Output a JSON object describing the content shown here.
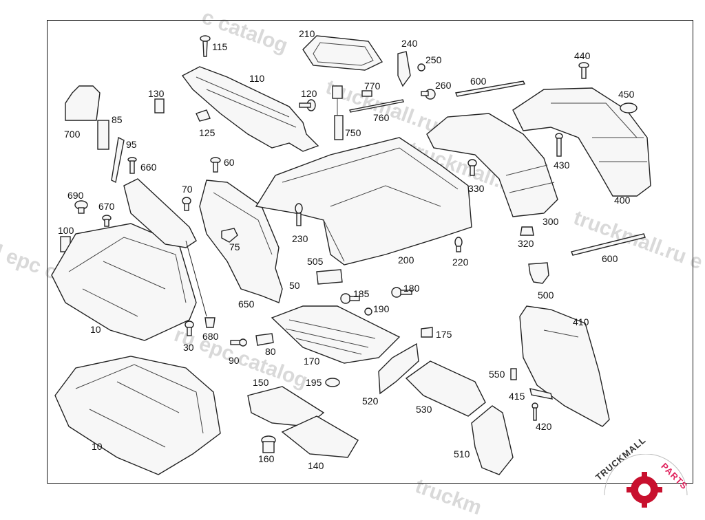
{
  "labels": {
    "p10a": "10",
    "p10b": "10",
    "p30": "30",
    "p50": "50",
    "p60": "60",
    "p70": "70",
    "p75": "75",
    "p80": "80",
    "p85": "85",
    "p90": "90",
    "p95": "95",
    "p100": "100",
    "p110": "110",
    "p115": "115",
    "p120": "120",
    "p125": "125",
    "p130": "130",
    "p140": "140",
    "p150": "150",
    "p160": "160",
    "p170": "170",
    "p175": "175",
    "p180": "180",
    "p185": "185",
    "p190": "190",
    "p195": "195",
    "p200": "200",
    "p210": "210",
    "p220": "220",
    "p230": "230",
    "p240": "240",
    "p250": "250",
    "p260": "260",
    "p300": "300",
    "p320": "320",
    "p330": "330",
    "p400": "400",
    "p410": "410",
    "p415": "415",
    "p420": "420",
    "p430": "430",
    "p440": "440",
    "p450": "450",
    "p500": "500",
    "p505": "505",
    "p510": "510",
    "p520": "520",
    "p530": "530",
    "p550": "550",
    "p600a": "600",
    "p600b": "600",
    "p650": "650",
    "p660": "660",
    "p670": "670",
    "p680": "680",
    "p690": "690",
    "p700": "700",
    "p750": "750",
    "p760": "760",
    "p770": "770"
  },
  "watermarks": {
    "w1": "c catalog",
    "w2": "truckmall.ru",
    "w3": "truckmall.ru",
    "w4": "truckmall.ru e",
    "w5": "l epc c",
    "w6": "ru epc catalog",
    "w7": "truckm"
  },
  "logo": {
    "brand": "TRUCKMALLPARTS",
    "part1": "TRUCKMALL",
    "part2": "PARTS",
    "accent": "#e0245e",
    "gear": "#c8102e"
  }
}
